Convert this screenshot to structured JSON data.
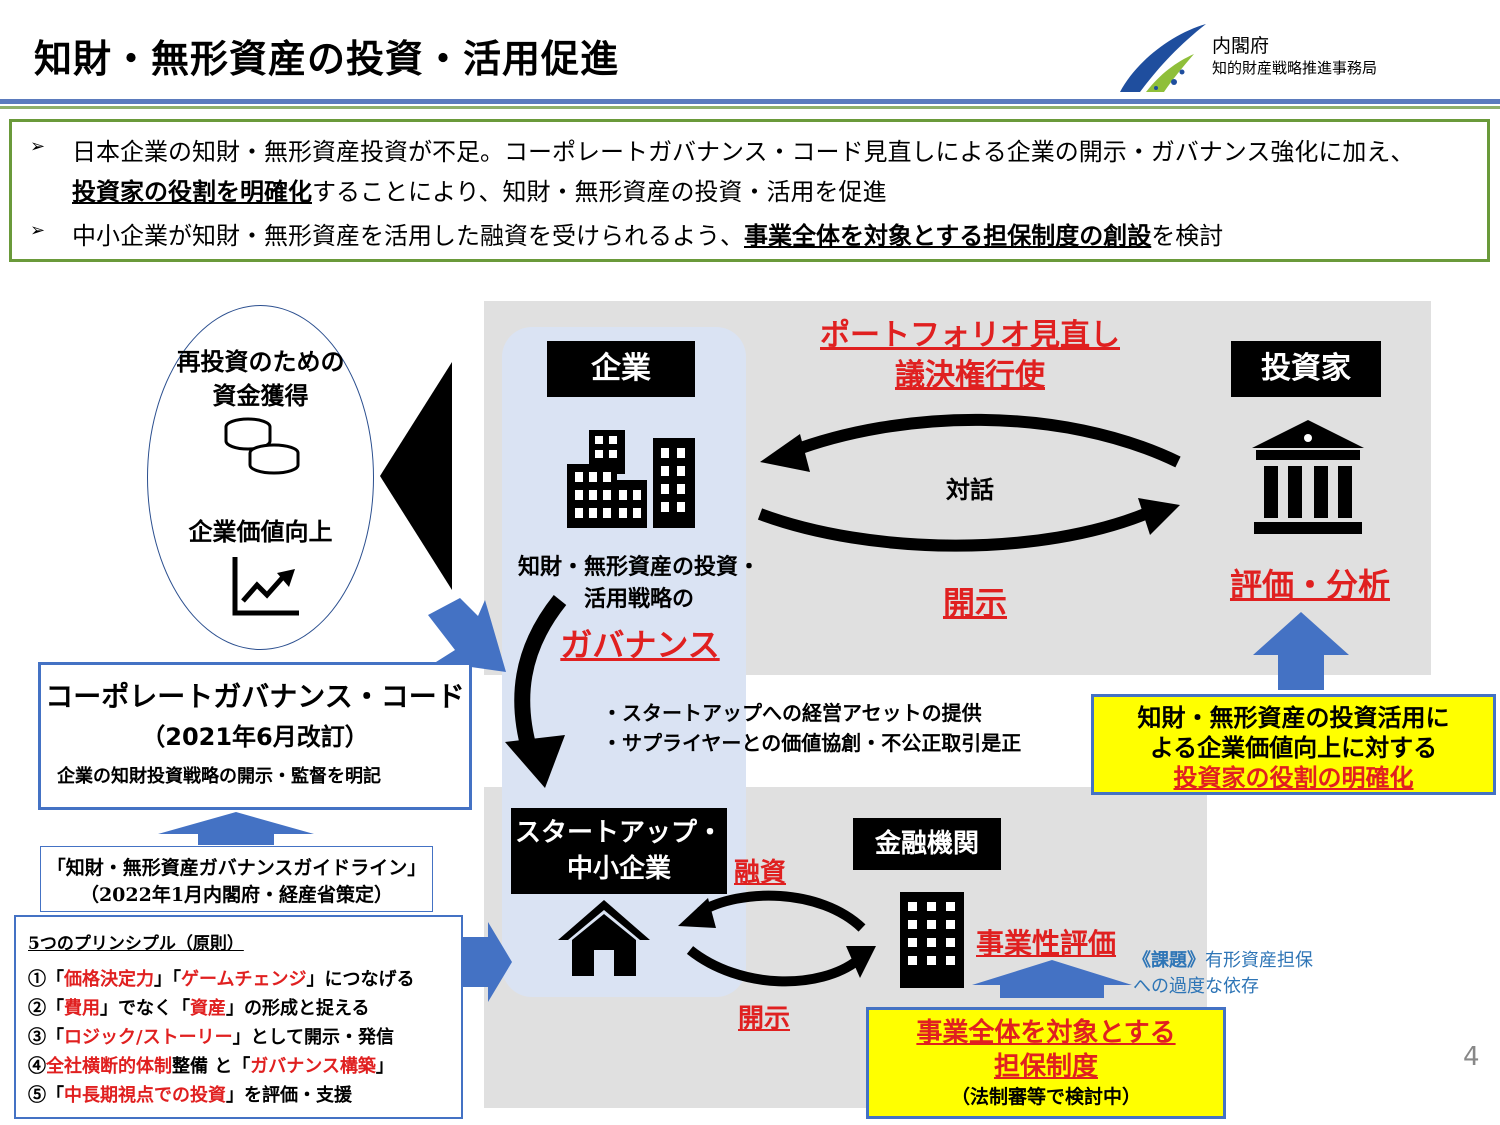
{
  "header": {
    "title": "知財・無形資産の投資・活用促進",
    "org_line1": "内閣府",
    "org_line2": "知的財産戦略推進事務局"
  },
  "summary": {
    "line1": "日本企業の知財・無形資産投資が不足。コーポレートガバナンス・コード見直しによる企業の開示・ガバナンス強化に加え、",
    "line2_bold": "投資家の役割を明確化",
    "line2_rest": "することにより、知財・無形資産の投資・活用を促進",
    "line3_pre": "中小企業が知財・無形資産を活用した融資を受けられるよう、",
    "line3_bold": "事業全体を対象とする担保制度の創設",
    "line3_post": "を検討"
  },
  "circle": {
    "reinvest_line1": "再投資のための",
    "reinvest_line2": "資金獲得",
    "value_up": "企業価値向上"
  },
  "company": {
    "label": "企業",
    "strategy_line1": "知財・無形資産の投資・",
    "strategy_line2": "活用戦略の",
    "governance": "ガバナンス"
  },
  "investor": {
    "label": "投資家",
    "portfolio_line1": "ポートフォリオ見直し",
    "portfolio_line2": "議決権行使",
    "dialogue": "対話",
    "disclosure": "開示",
    "evaluation": "評価・分析",
    "role_line1": "知財・無形資産の投資活用に",
    "role_line2": "よる企業価値向上に対する",
    "role_line3": "投資家の役割の明確化"
  },
  "startup_notes": {
    "note1": "・スタートアップへの経営アセットの提供",
    "note2": "・サプライヤーとの価値協創・不公正取引是正"
  },
  "cgc": {
    "title": "コーポレートガバナンス・コード",
    "revision": "（2021年6月改訂）",
    "desc": "企業の知財投資戦略の開示・監督を明記"
  },
  "guideline": {
    "line1": "「知財・無形資産ガバナンスガイドライン」",
    "line2": "（2022年1月内閣府・経産省策定）"
  },
  "principles": {
    "title": "5つのプリンシプル（原則）",
    "p1_a": "①「",
    "p1_b": "価格決定力",
    "p1_c": "」「",
    "p1_d": "ゲームチェンジ",
    "p1_e": "」につなげる",
    "p2_a": "②「",
    "p2_b": "費用",
    "p2_c": "」でなく「",
    "p2_d": "資産",
    "p2_e": "」の形成と捉える",
    "p3_a": "③「",
    "p3_b": "ロジック/ストーリー",
    "p3_c": "」として開示・発信",
    "p4_a": "④",
    "p4_b": "全社横断的体制",
    "p4_c": "整備 と「",
    "p4_d": "ガバナンス構築",
    "p4_e": "」",
    "p5_a": "⑤「",
    "p5_b": "中長期視点での投資",
    "p5_c": "」を評価・支援"
  },
  "sme": {
    "label_line1": "スタートアップ・",
    "label_line2": "中小企業",
    "financing": "融資",
    "disclosure": "開示"
  },
  "bank": {
    "label": "金融機関",
    "evaluation": "事業性評価",
    "issue_tag": "《課題》",
    "issue_line1": "有形資産担保",
    "issue_line2": "への過度な依存",
    "collateral_line1": "事業全体を対象とする",
    "collateral_line2": "担保制度",
    "collateral_note": "（法制審等で検討中）"
  },
  "page_number": "4",
  "colors": {
    "accent_blue": "#4472c4",
    "red": "#e02020",
    "highlight_yellow": "#ffff00",
    "summary_border": "#6a9a3a"
  }
}
